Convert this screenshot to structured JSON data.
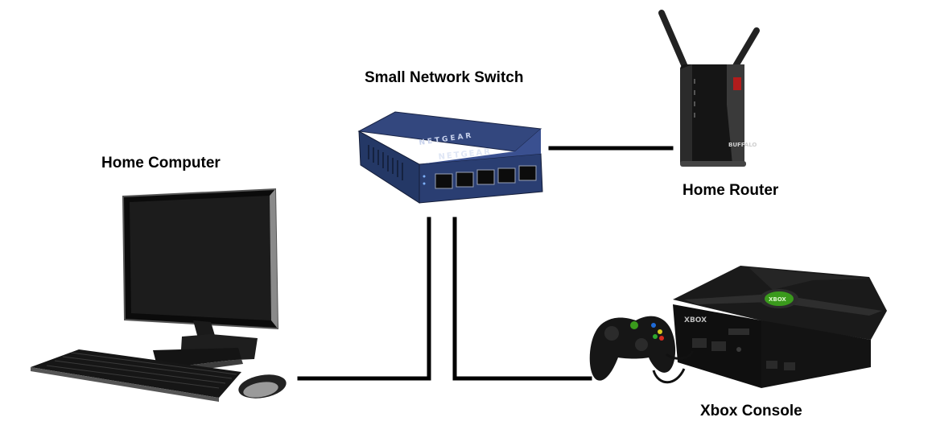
{
  "nodes": {
    "switch": {
      "label": "Small Network Switch",
      "brand": "NETGEAR"
    },
    "computer": {
      "label": "Home Computer"
    },
    "router": {
      "label": "Home Router",
      "brand": "BUFFALO"
    },
    "xbox": {
      "label": "Xbox Console",
      "brand": "XBOX"
    }
  },
  "connections": [
    {
      "from": "Home Computer",
      "to": "Small Network Switch"
    },
    {
      "from": "Xbox Console",
      "to": "Small Network Switch"
    },
    {
      "from": "Small Network Switch",
      "to": "Home Router"
    }
  ],
  "colors": {
    "line": "#000000",
    "xbox_green": "#3a9a1c",
    "switch_blue": "#1f3160"
  }
}
